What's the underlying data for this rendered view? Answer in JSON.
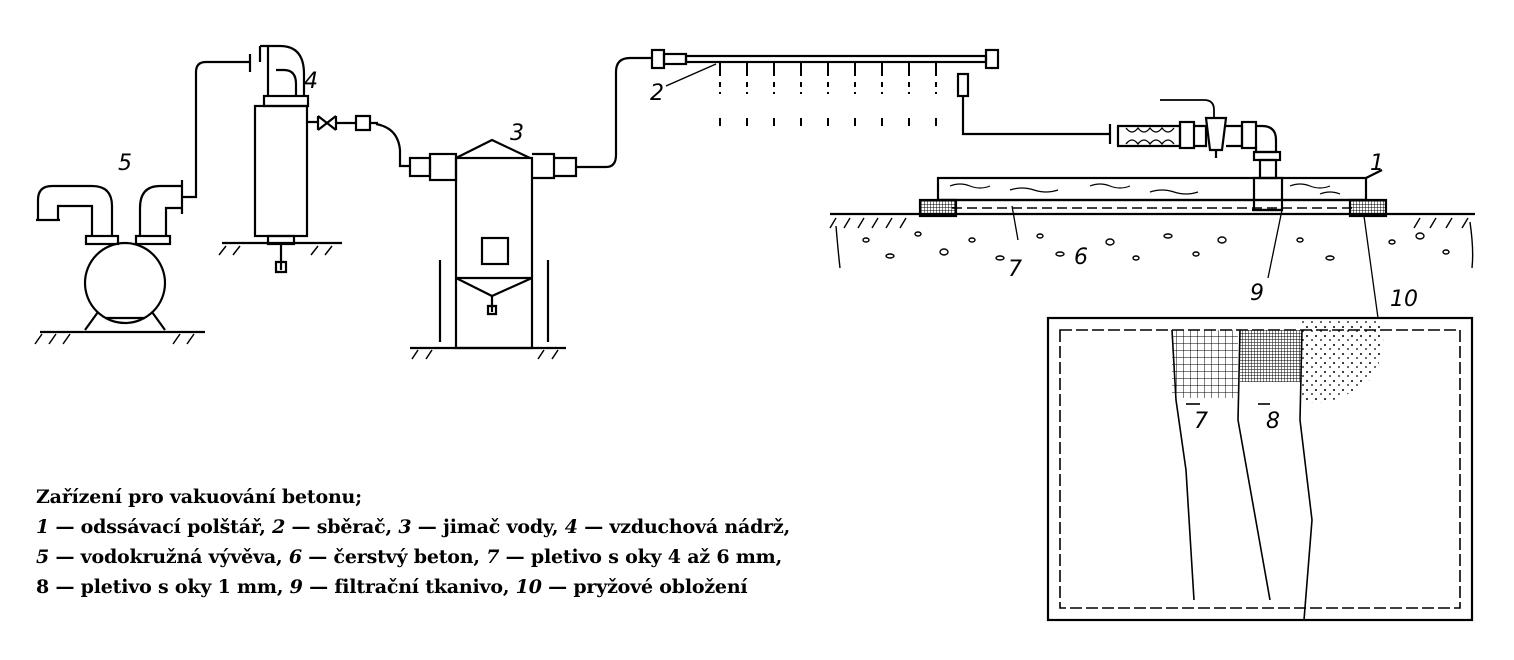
{
  "labels": {
    "l1": "1",
    "l2": "2",
    "l3": "3",
    "l4": "4",
    "l5": "5",
    "l6": "6",
    "l7": "7",
    "l8": "8",
    "l9": "9",
    "l10": "10",
    "inset7": "7",
    "inset8": "8"
  },
  "caption": {
    "title": "Zařízení pro vakuování betonu;",
    "items": [
      {
        "num": "1",
        "text": " — odssávací polštář, "
      },
      {
        "num": "2",
        "text": " — sběrač, "
      },
      {
        "num": "3",
        "text": " — jimač vody, "
      },
      {
        "num": "4",
        "text": " — vzduchová nádrž,"
      },
      {
        "num": "5",
        "text": " — vodokružná vývěva,  "
      },
      {
        "num": "6",
        "text": " — čerstvý beton,  "
      },
      {
        "num": "7",
        "text": " — pletivo s oky 4 až 6 mm,"
      },
      {
        "num": "8",
        "text": " — pletivo s oky 1 mm, "
      },
      {
        "num": "9",
        "text": " — filtrační tkanivo, "
      },
      {
        "num": "10",
        "text": " — pryžové obložení"
      }
    ]
  }
}
